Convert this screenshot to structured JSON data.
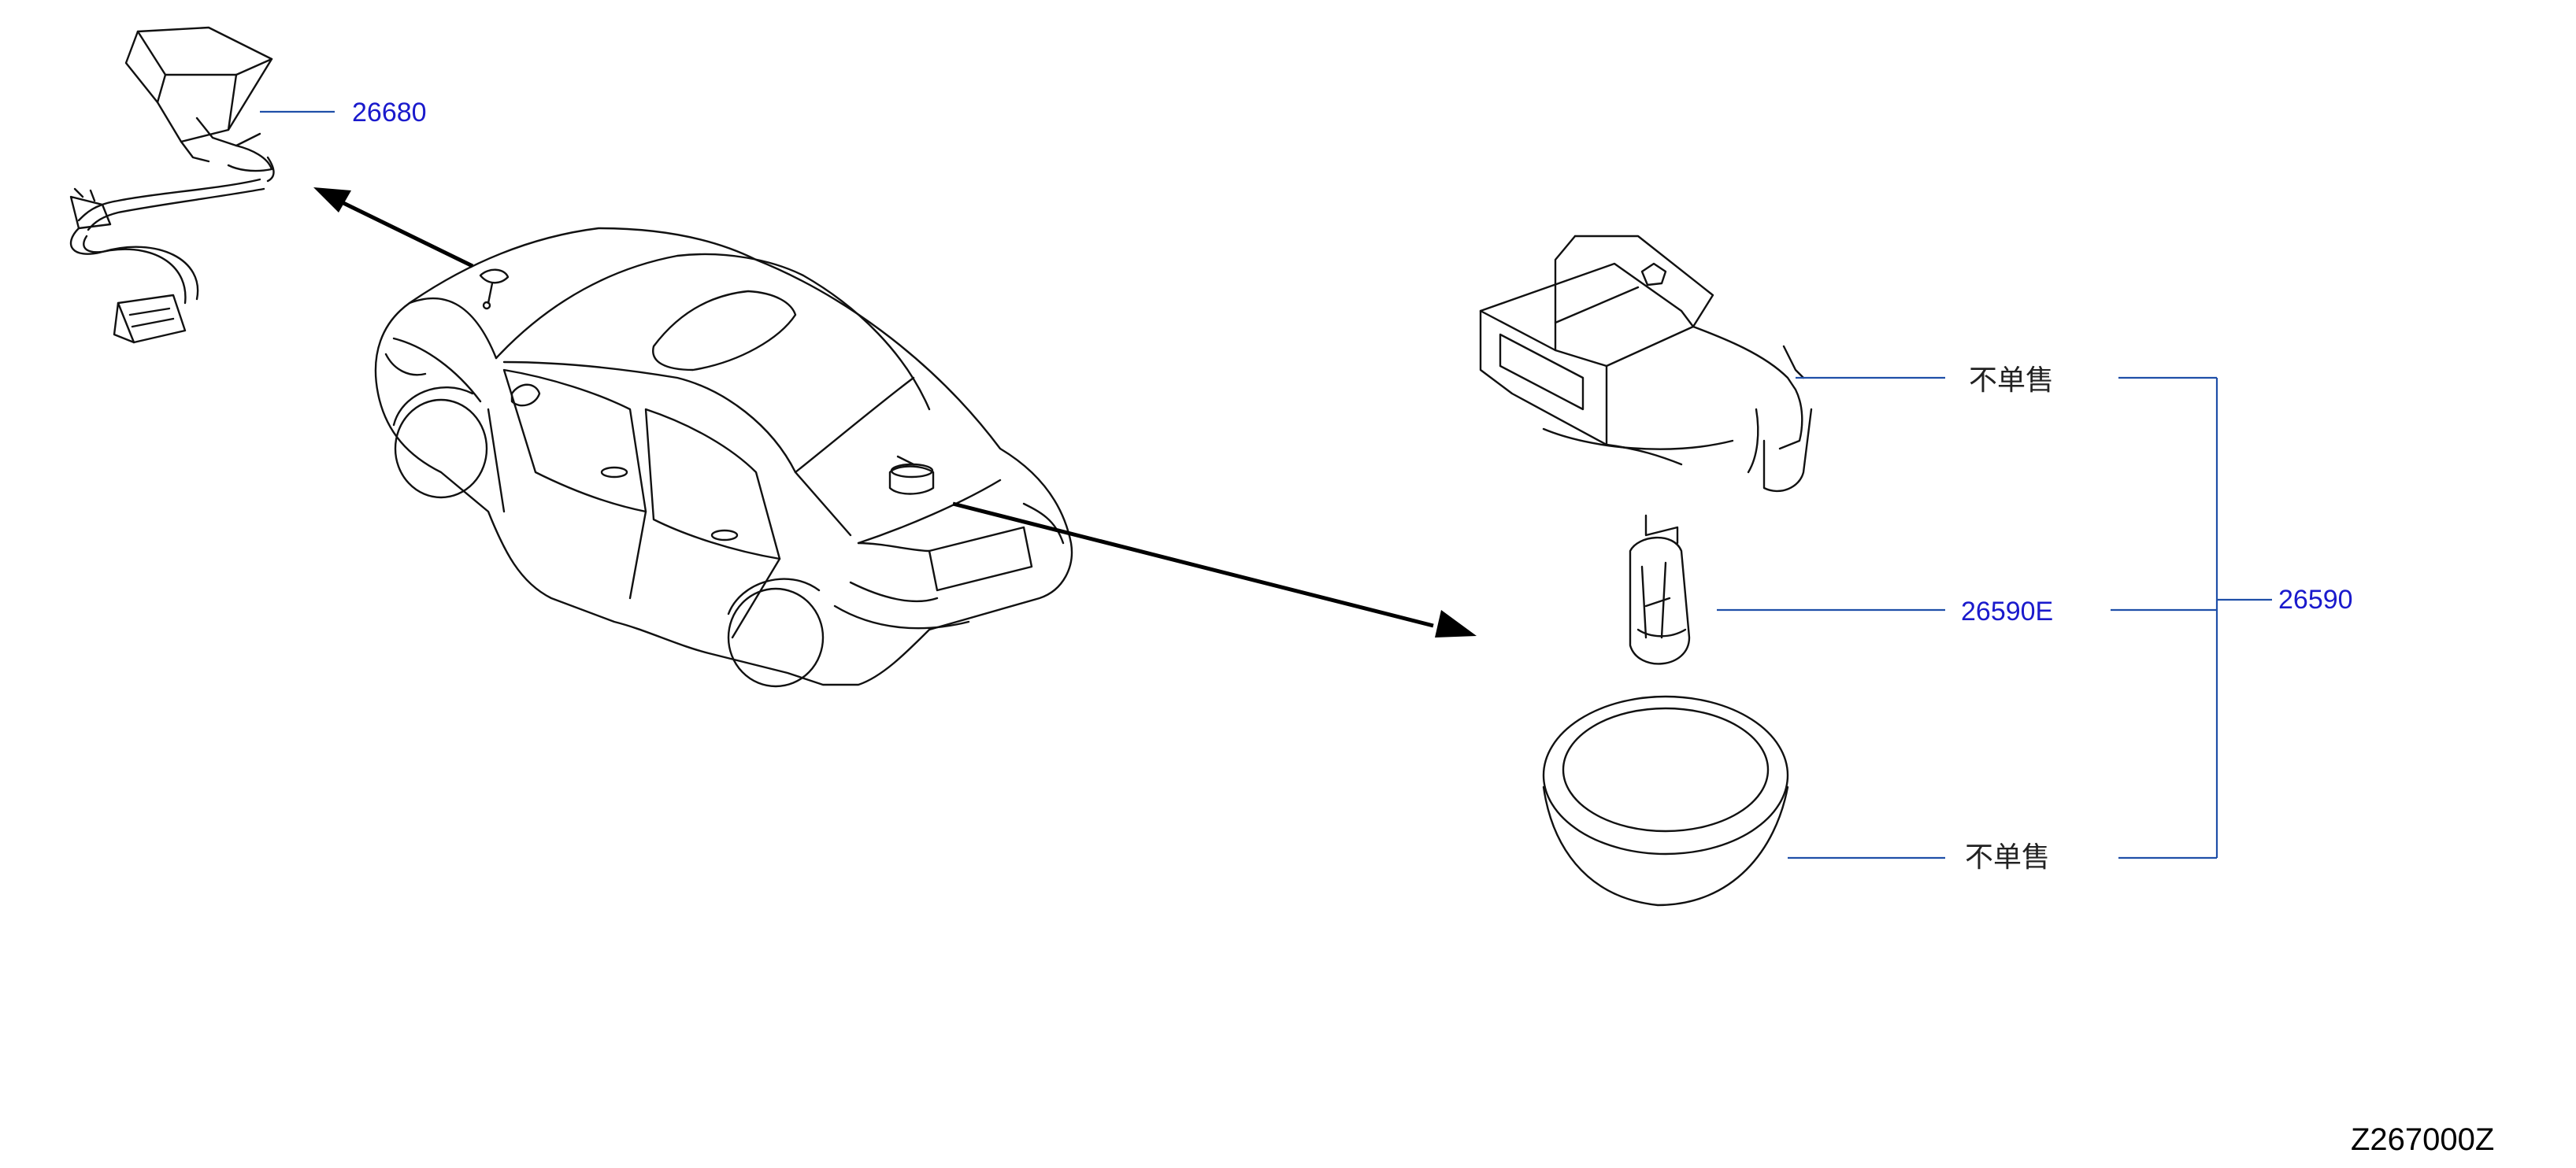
{
  "diagram": {
    "parts": [
      {
        "id": "part-26680",
        "number": "26680",
        "color": "#1a1acc"
      },
      {
        "id": "part-26590E",
        "number": "26590E",
        "color": "#1a1acc"
      },
      {
        "id": "part-26590",
        "number": "26590",
        "color": "#1a1acc"
      }
    ],
    "not_sold_separately": [
      "不单售",
      "不单售"
    ],
    "diagram_code": "Z267000Z",
    "leader_color": "#1f4fa8",
    "line_color": "#111111"
  }
}
